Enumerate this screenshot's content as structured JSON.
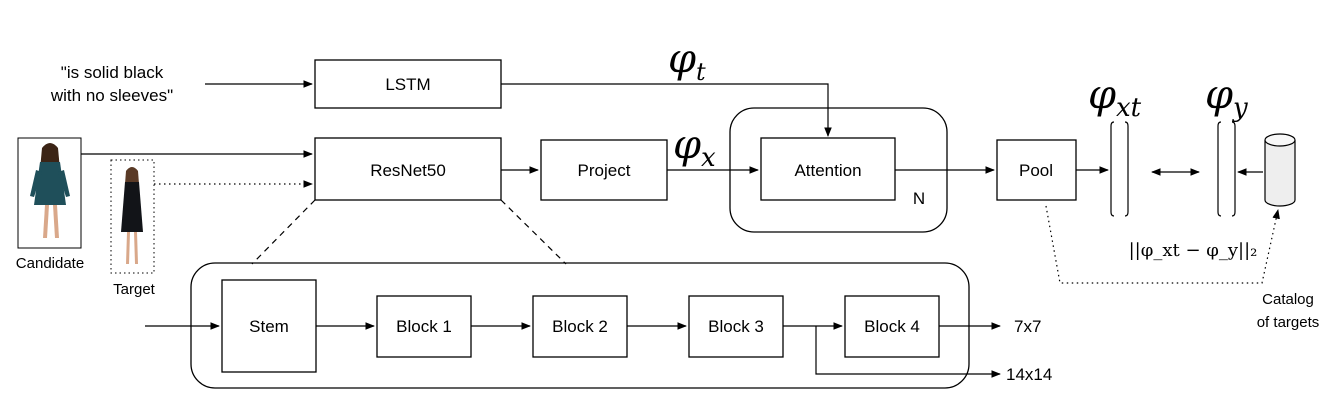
{
  "query": {
    "line1": "\"is solid black",
    "line2": "with no sleeves\""
  },
  "blocks": {
    "lstm": "LSTM",
    "resnet": "ResNet50",
    "project": "Project",
    "attention": "Attention",
    "attention_repeat": "N",
    "pool": "Pool",
    "stem": "Stem",
    "block1": "Block 1",
    "block2": "Block 2",
    "block3": "Block 3",
    "block4": "Block 4"
  },
  "outputs": {
    "out1": "7x7",
    "out2": "14x14"
  },
  "images": {
    "candidate": "Candidate",
    "target": "Target"
  },
  "symbols": {
    "phi": "φ",
    "phi_t_sub": "t",
    "phi_x_sub": "x",
    "phi_xt_sub": "xt",
    "phi_y_sub": "y",
    "distance": "||φ_xt − φ_y||₂"
  },
  "catalog": {
    "line1": "Catalog",
    "line2": "of targets"
  }
}
